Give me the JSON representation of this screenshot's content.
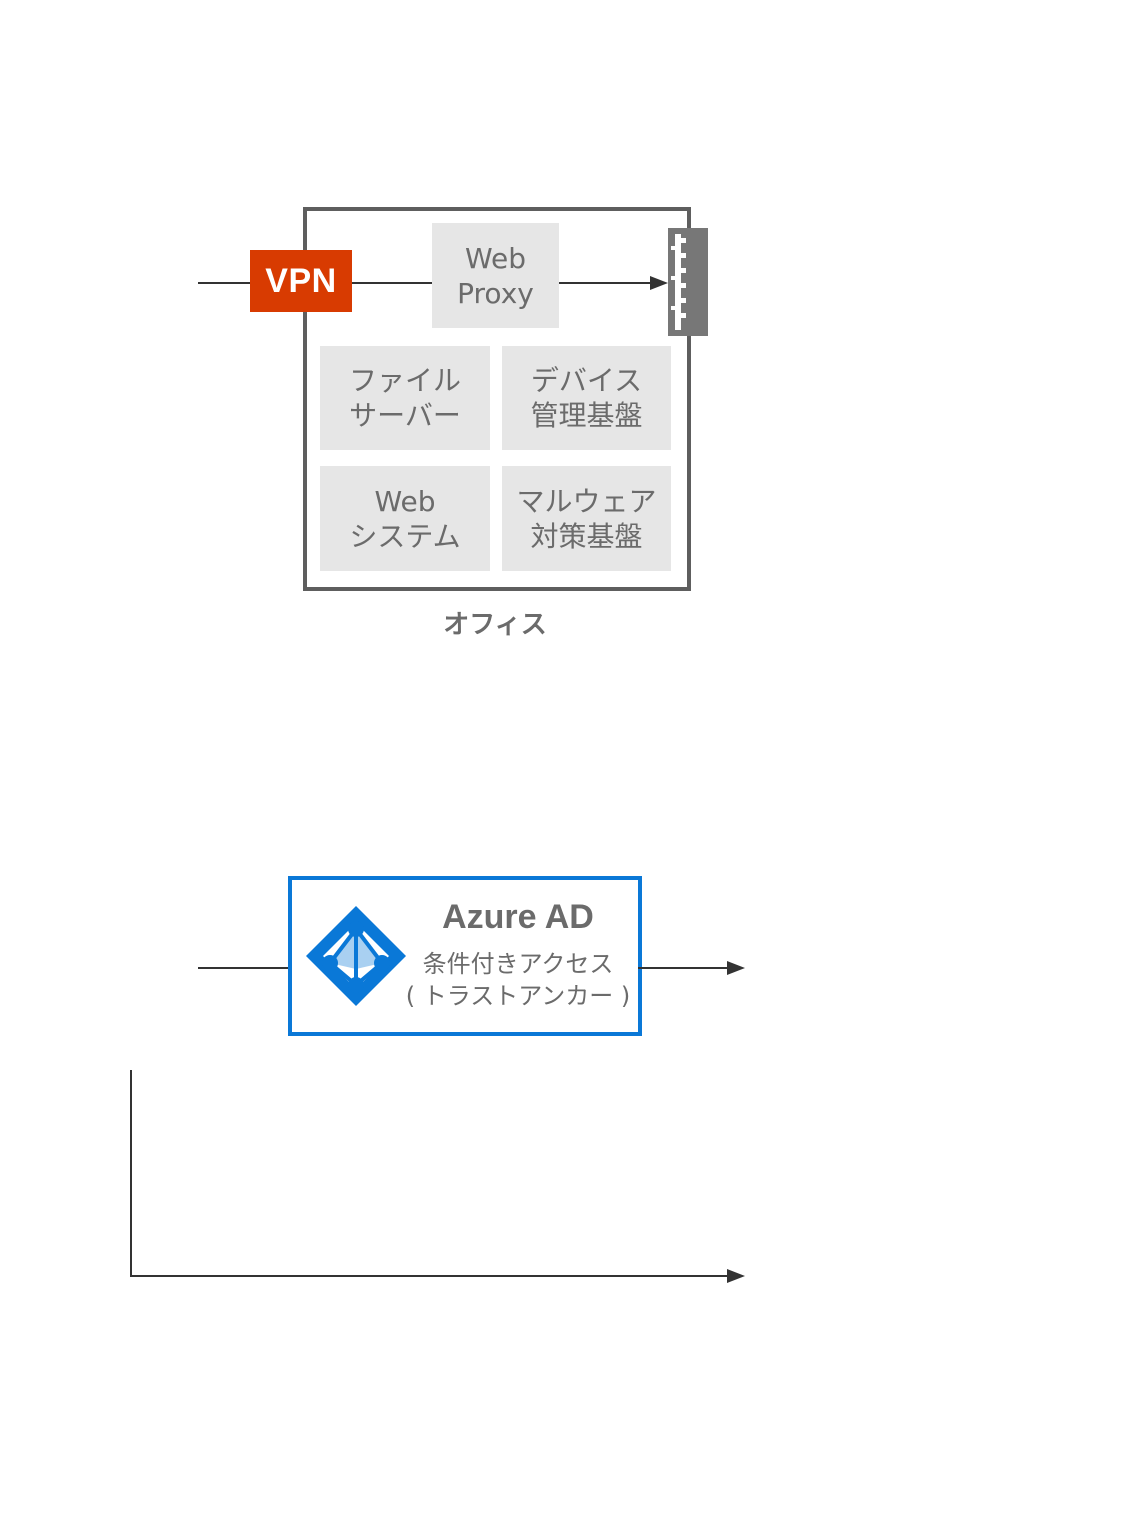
{
  "vpn": {
    "label": "VPN"
  },
  "office": {
    "label": "オフィス",
    "web_proxy": {
      "line1": "Web",
      "line2": "Proxy"
    },
    "tiles": [
      {
        "line1": "ファイル",
        "line2": "サーバー"
      },
      {
        "line1": "デバイス",
        "line2": "管理基盤"
      },
      {
        "line1": "Web",
        "line2": "システム"
      },
      {
        "line1": "マルウェア",
        "line2": "対策基盤"
      }
    ]
  },
  "azure_ad": {
    "title": "Azure AD",
    "subtitle": "条件付きアクセス",
    "subtitle2": "( トラストアンカー )"
  },
  "colors": {
    "vpn": "#d83b01",
    "azure_border": "#0a78d7",
    "azure_icon": "#0a78d7",
    "tile_bg": "#e6e6e6",
    "box_border": "#5e5e5e",
    "firewall": "#777777"
  },
  "icons": [
    "firewall-icon",
    "azure-ad-icon"
  ]
}
